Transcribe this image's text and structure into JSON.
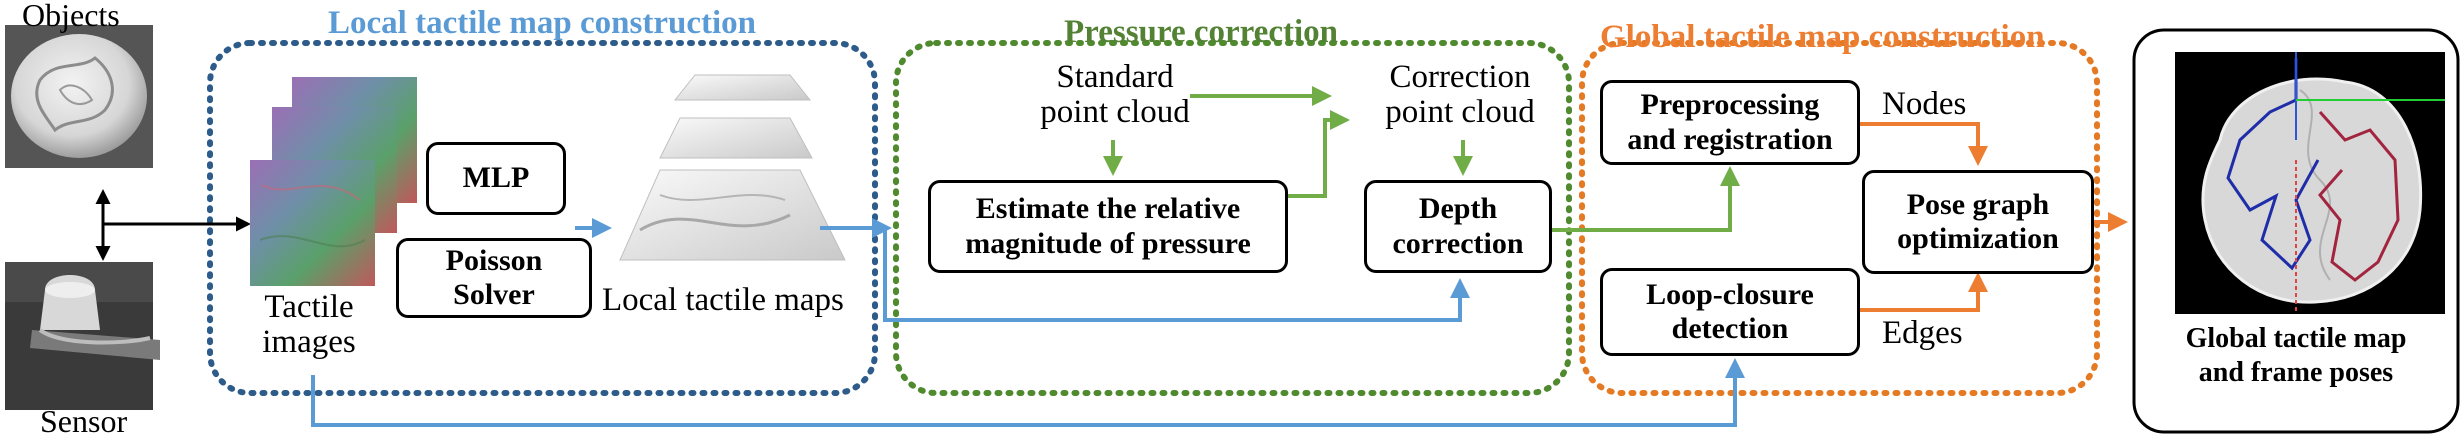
{
  "sections": {
    "local": {
      "title": "Local tactile map construction",
      "color": "#5B9BD5"
    },
    "pressure": {
      "title": "Pressure correction",
      "color": "#548235"
    },
    "global": {
      "title": "Global tactile map construction",
      "color": "#ED7D31"
    }
  },
  "colors": {
    "local_dots": "#2E5C8A",
    "pressure_dots": "#4F8A2F",
    "global_dots": "#E57A24",
    "arrow_black": "#000000",
    "arrow_blue": "#5B9BD5",
    "arrow_green": "#70AD47",
    "arrow_orange": "#ED7D31"
  },
  "inputs": {
    "objects_label": "Objects",
    "sensor_label": "Sensor"
  },
  "local": {
    "tactile_images_label": "Tactile\nimages",
    "mlp_label": "MLP",
    "poisson_label": "Poisson\nSolver",
    "local_maps_label": "Local tactile maps"
  },
  "pressure": {
    "standard_label": "Standard\npoint cloud",
    "correction_cloud_label": "Correction\npoint cloud",
    "estimate_label": "Estimate the relative\nmagnitude of pressure",
    "depth_label": "Depth\ncorrection"
  },
  "global": {
    "preproc_label": "Preprocessing\nand registration",
    "loop_label": "Loop-closure\ndetection",
    "pose_label": "Pose graph\noptimization",
    "nodes_label": "Nodes",
    "edges_label": "Edges"
  },
  "output": {
    "result_label": "Global tactile map\nand frame poses"
  },
  "icons": [
    "object-photo",
    "sensor-photo",
    "tactile-image-stack",
    "local-map-stack",
    "global-map-image"
  ]
}
